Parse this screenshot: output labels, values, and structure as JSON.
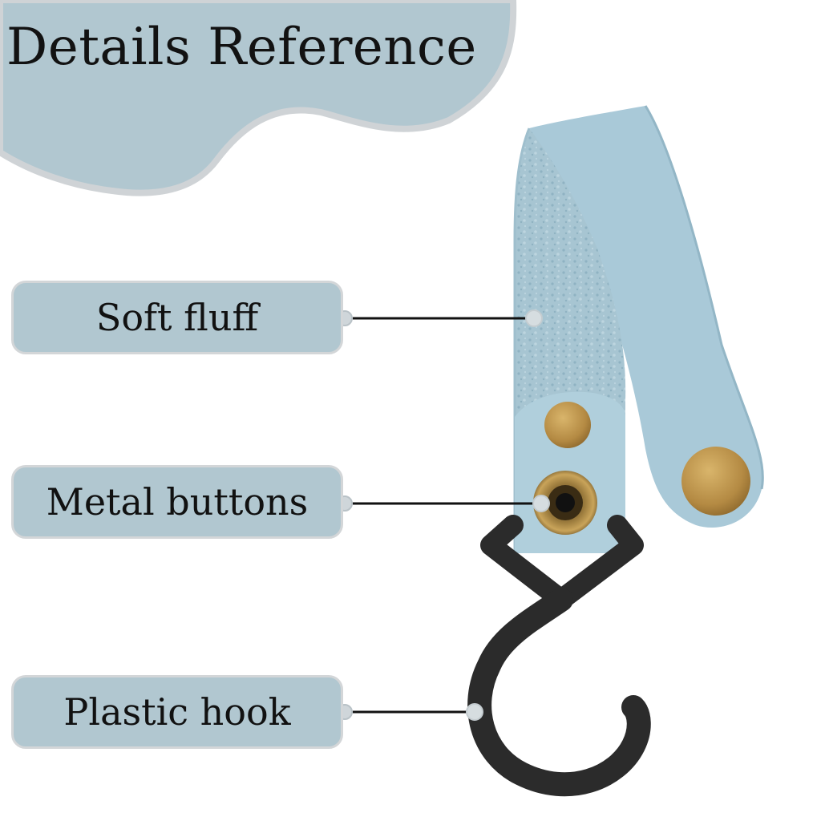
{
  "page": {
    "title": "Details Reference",
    "background_color": "#ffffff",
    "accent_color": "#b1c7d0"
  },
  "callouts": [
    {
      "label": "Soft fluff"
    },
    {
      "label": "Metal buttons"
    },
    {
      "label": "Plastic hook"
    }
  ],
  "product": {
    "strap_color": "#a9c9d8",
    "button_color": "#b8914a",
    "hook_color": "#2b2b2b"
  }
}
